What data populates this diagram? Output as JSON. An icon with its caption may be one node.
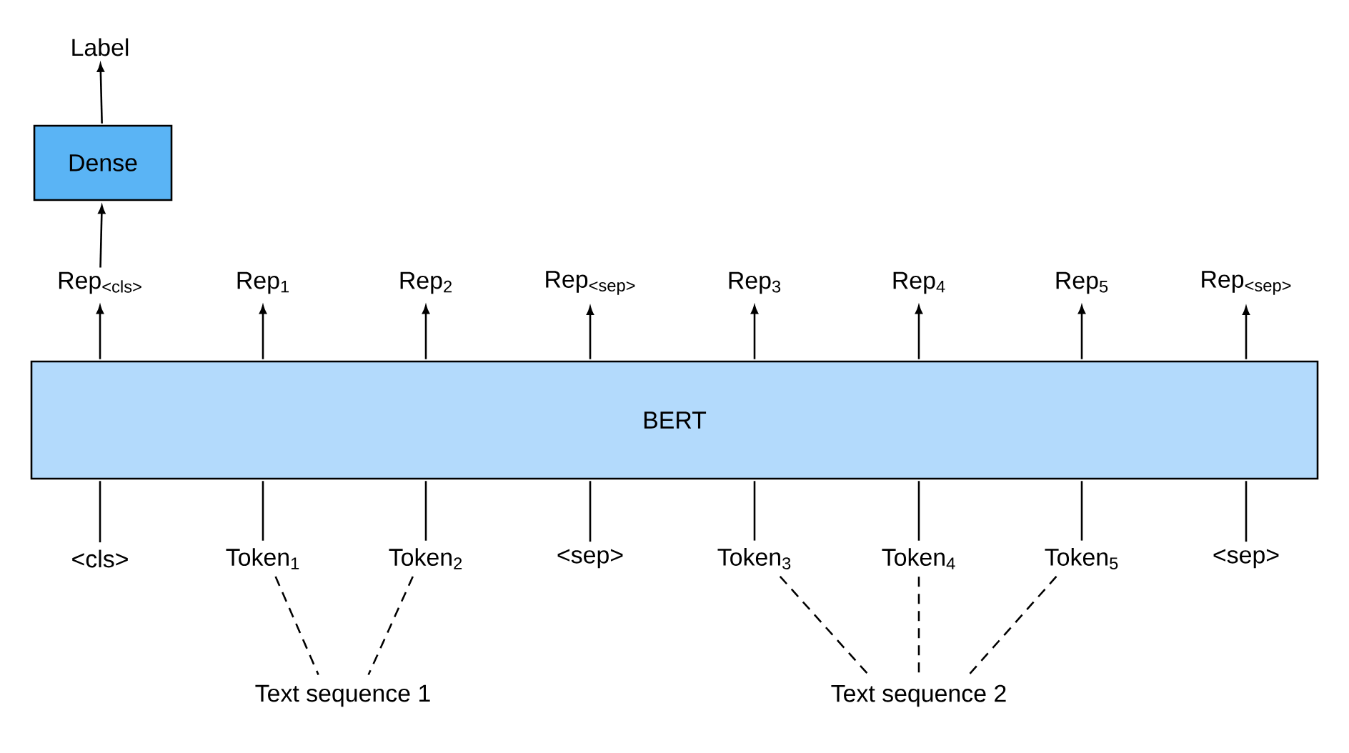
{
  "diagram": {
    "nodes": [
      {
        "text": [
          "Label"
        ]
      },
      {
        "text": [
          "Dense"
        ]
      },
      {
        "text": [
          "Rep$_{<cls>}$"
        ]
      },
      {
        "text": [
          "Rep$_{1}$"
        ]
      },
      {
        "text": [
          "Rep$_{2}$"
        ]
      },
      {
        "text": [
          "Rep$_{<sep>}$"
        ]
      },
      {
        "text": [
          "Rep$_{3}$"
        ]
      },
      {
        "text": [
          "Rep$_{4}$"
        ]
      },
      {
        "text": [
          "Rep$_{5}$"
        ]
      },
      {
        "text": [
          "Rep$_{<sep>}$"
        ]
      },
      {
        "text": [
          "BERT"
        ]
      },
      {
        "text": [
          "<cls>"
        ]
      },
      {
        "text": [
          "Token$_{1}$"
        ]
      },
      {
        "text": [
          "Token$_{2}$"
        ]
      },
      {
        "text": [
          "<sep>"
        ]
      },
      {
        "text": [
          "Token$_{3}$"
        ]
      },
      {
        "text": [
          "Token$_{4}$"
        ]
      },
      {
        "text": [
          "Token$_{5}$"
        ]
      },
      {
        "text": [
          "<sep>"
        ]
      },
      {
        "text": [
          "Text sequence 1"
        ]
      },
      {
        "text": [
          "Text sequence 2"
        ]
      }
    ],
    "edges": [
      {
        "from": 1,
        "to": 0,
        "arrow": "to"
      },
      {
        "from": 2,
        "to": 1,
        "arrow": "to"
      },
      {
        "from": 10,
        "to": 2,
        "arrow": "to"
      },
      {
        "from": 10,
        "to": 3,
        "arrow": "to"
      },
      {
        "from": 10,
        "to": 4,
        "arrow": "to"
      },
      {
        "from": 10,
        "to": 5,
        "arrow": "to"
      },
      {
        "from": 10,
        "to": 6,
        "arrow": "to"
      },
      {
        "from": 10,
        "to": 7,
        "arrow": "to"
      },
      {
        "from": 10,
        "to": 8,
        "arrow": "to"
      },
      {
        "from": 10,
        "to": 9,
        "arrow": "to"
      },
      {
        "from": 11,
        "to": 10,
        "arrow": "none"
      },
      {
        "from": 12,
        "to": 10,
        "arrow": "none"
      },
      {
        "from": 13,
        "to": 10,
        "arrow": "none"
      },
      {
        "from": 14,
        "to": 10,
        "arrow": "none"
      },
      {
        "from": 15,
        "to": 10,
        "arrow": "none"
      },
      {
        "from": 16,
        "to": 10,
        "arrow": "none"
      },
      {
        "from": 17,
        "to": 10,
        "arrow": "none"
      },
      {
        "from": 18,
        "to": 10,
        "arrow": "none"
      },
      {
        "from": 12,
        "to": 19,
        "arrow": "none",
        "style": "dashed"
      },
      {
        "from": 13,
        "to": 19,
        "arrow": "none",
        "style": "dashed"
      },
      {
        "from": 15,
        "to": 20,
        "arrow": "none",
        "style": "dashed"
      },
      {
        "from": 16,
        "to": 20,
        "arrow": "none",
        "style": "dashed"
      },
      {
        "from": 17,
        "to": 20,
        "arrow": "none",
        "style": "dashed"
      }
    ]
  }
}
